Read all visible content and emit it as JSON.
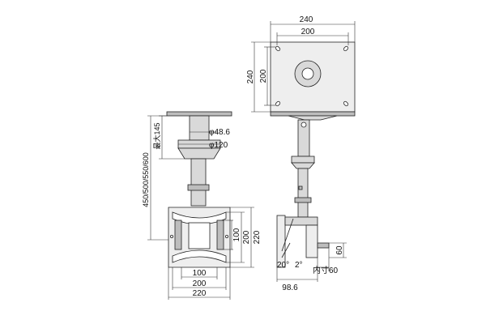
{
  "dimensions": {
    "top_plate_width": "240",
    "top_plate_hole_width": "200",
    "top_plate_height": "240",
    "top_plate_hole_height": "200",
    "pole_diameter": "φ48.6",
    "collar_diameter": "φ120",
    "max_145": "最大145",
    "total_height": "450/500/550/600",
    "bracket_height_outer": "220",
    "bracket_height_inner": "200",
    "bracket_height_small": "100",
    "bracket_width_small": "100",
    "bracket_width_inner": "200",
    "bracket_width_outer": "220",
    "tilt_up": "20°",
    "tilt_down": "2°",
    "depth": "98.6",
    "inner_60": "内寸60",
    "side_60": "60"
  }
}
